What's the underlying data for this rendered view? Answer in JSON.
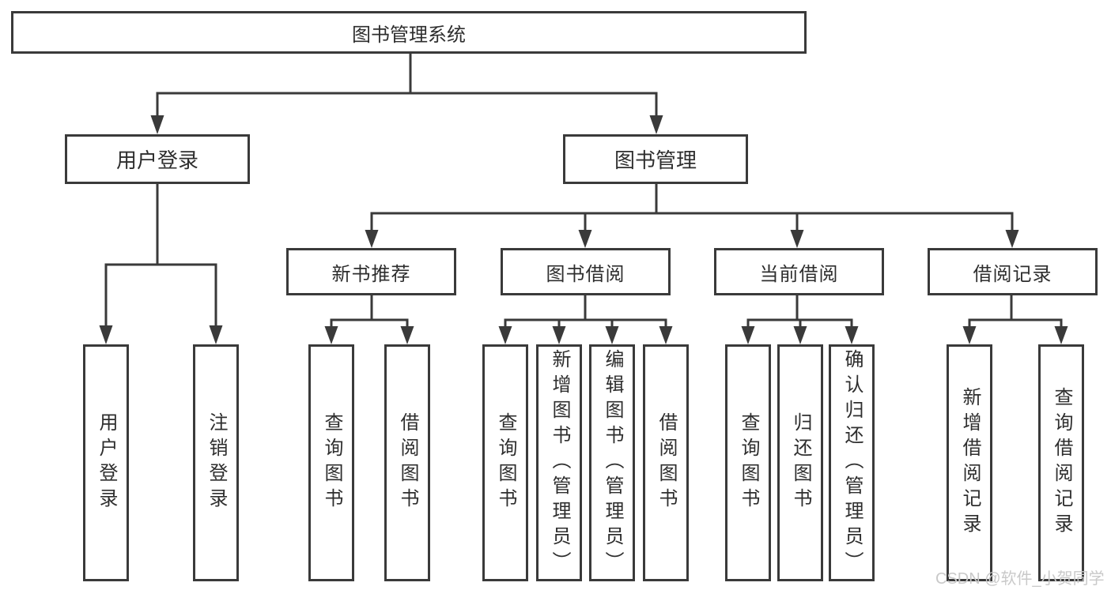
{
  "watermark": "CSDN @软件_小贺同学",
  "tree": {
    "root": {
      "label": "图书管理系统"
    },
    "branches": [
      {
        "label": "用户登录",
        "children": [
          {
            "label": "用户登录"
          },
          {
            "label": "注销登录"
          }
        ]
      },
      {
        "label": "图书管理",
        "children": [
          {
            "label": "新书推荐",
            "children": [
              {
                "label": "查询图书"
              },
              {
                "label": "借阅图书"
              }
            ]
          },
          {
            "label": "图书借阅",
            "children": [
              {
                "label": "查询图书"
              },
              {
                "label": "新增图书（管理员）"
              },
              {
                "label": "编辑图书（管理员）"
              },
              {
                "label": "借阅图书"
              }
            ]
          },
          {
            "label": "当前借阅",
            "children": [
              {
                "label": "查询图书"
              },
              {
                "label": "归还图书"
              },
              {
                "label": "确认归还（管理员）"
              }
            ]
          },
          {
            "label": "借阅记录",
            "children": [
              {
                "label": "新增借阅记录"
              },
              {
                "label": "查询借阅记录"
              }
            ]
          }
        ]
      }
    ]
  },
  "colors": {
    "line": "#3a3a3a",
    "text": "#2e2e2e",
    "watermark": "#c9c9c9",
    "background": "#ffffff"
  }
}
